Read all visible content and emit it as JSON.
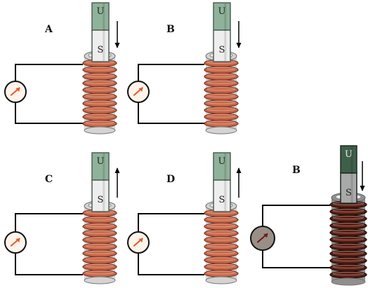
{
  "panels": [
    {
      "label": "A",
      "pole_top": "U",
      "pole_bottom": "S",
      "arrow": "down",
      "theme": "light"
    },
    {
      "label": "B",
      "pole_top": "U",
      "pole_bottom": "S",
      "arrow": "down",
      "theme": "light"
    },
    {
      "label": "C",
      "pole_top": "U",
      "pole_bottom": "S",
      "arrow": "up",
      "theme": "light"
    },
    {
      "label": "D",
      "pole_top": "U",
      "pole_bottom": "S",
      "arrow": "up",
      "theme": "light"
    },
    {
      "label": "B",
      "pole_top": "U",
      "pole_bottom": "S",
      "arrow": "down",
      "theme": "dark"
    }
  ],
  "colors": {
    "light": {
      "magnet": "#8fb39a",
      "magnet_stroke": "#4f5f55",
      "pole_s": "#eeeeee",
      "core": "#d4d4d4",
      "coil": "#c8694a",
      "coil_edge": "#7a3420",
      "meter_face": "#fff4ea",
      "needle": "#e4572e"
    },
    "dark": {
      "magnet": "#3e5f49",
      "magnet_stroke": "#1e2a22",
      "pole_s": "#a9a9a9",
      "core": "#8f8f8f",
      "coil": "#5a1f14",
      "coil_edge": "#1c0804",
      "meter_face": "#9a8f86",
      "needle": "#6b1a1a"
    },
    "wire": "#000000"
  }
}
